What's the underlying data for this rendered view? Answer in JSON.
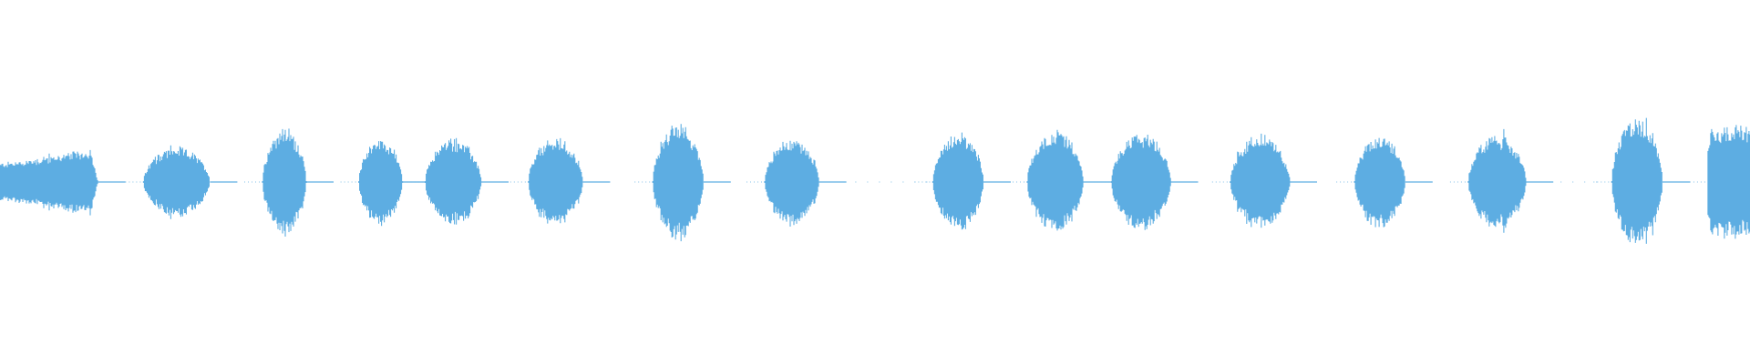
{
  "waveform": {
    "wave_color": "#5dade2",
    "background_color": "#ffffff",
    "clip_on_right_edge": true,
    "segments": [
      {
        "start": 0.0,
        "end": 0.056,
        "amp": 0.2,
        "shape": "swell"
      },
      {
        "start": 0.082,
        "end": 0.12,
        "amp": 0.2,
        "shape": "oval"
      },
      {
        "start": 0.15,
        "end": 0.175,
        "amp": 0.31,
        "shape": "oval"
      },
      {
        "start": 0.205,
        "end": 0.23,
        "amp": 0.25,
        "shape": "oval"
      },
      {
        "start": 0.243,
        "end": 0.275,
        "amp": 0.25,
        "shape": "oval"
      },
      {
        "start": 0.302,
        "end": 0.333,
        "amp": 0.25,
        "shape": "oval"
      },
      {
        "start": 0.373,
        "end": 0.402,
        "amp": 0.33,
        "shape": "oval"
      },
      {
        "start": 0.437,
        "end": 0.468,
        "amp": 0.25,
        "shape": "oval"
      },
      {
        "start": 0.533,
        "end": 0.562,
        "amp": 0.28,
        "shape": "oval"
      },
      {
        "start": 0.587,
        "end": 0.619,
        "amp": 0.29,
        "shape": "oval"
      },
      {
        "start": 0.635,
        "end": 0.669,
        "amp": 0.28,
        "shape": "oval"
      },
      {
        "start": 0.703,
        "end": 0.737,
        "amp": 0.27,
        "shape": "oval"
      },
      {
        "start": 0.774,
        "end": 0.803,
        "amp": 0.27,
        "shape": "oval"
      },
      {
        "start": 0.839,
        "end": 0.872,
        "amp": 0.27,
        "shape": "oval"
      },
      {
        "start": 0.921,
        "end": 0.95,
        "amp": 0.37,
        "shape": "oval"
      },
      {
        "start": 0.976,
        "end": 1.0,
        "amp": 0.32,
        "shape": "flat"
      }
    ],
    "gaps_with_faint_dots": [
      {
        "start": 0.482,
        "end": 0.53
      },
      {
        "start": 0.885,
        "end": 0.918
      }
    ]
  }
}
